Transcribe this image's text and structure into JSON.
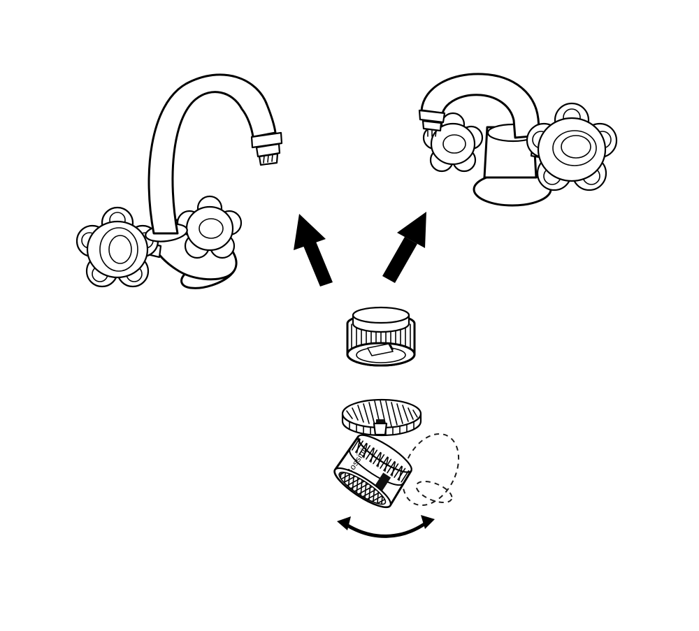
{
  "page": {
    "background_color": "#ffffff",
    "ink_color": "#000000"
  },
  "illustration": {
    "brand_text": "Bossini",
    "parts": [
      "gooseneck-faucet",
      "low-arc-faucet",
      "arrow-to-gooseneck-faucet",
      "arrow-to-low-arc-faucet",
      "threaded-adapter",
      "knurled-ring",
      "swivel-aerator",
      "swivel-ghost-outline",
      "swivel-motion-arrow"
    ]
  }
}
